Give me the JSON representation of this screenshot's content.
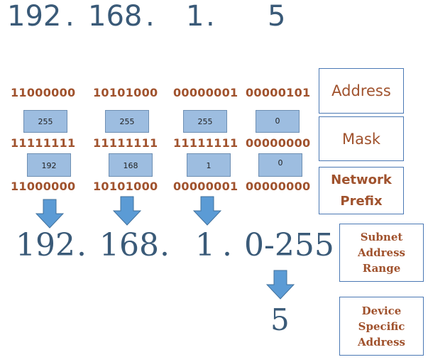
{
  "top_ip": {
    "o1": "192",
    "d1": ".",
    "o2": "168",
    "d2": ".",
    "o3": "1",
    "d3": ".",
    "o4": "5"
  },
  "address_bin": [
    "11000000",
    "10101000",
    "00000001",
    "00000101"
  ],
  "mask_dec": [
    "255",
    "255",
    "255",
    "0"
  ],
  "mask_bin": [
    "11111111",
    "11111111",
    "11111111",
    "00000000"
  ],
  "prefix_dec": [
    "192",
    "168",
    "1",
    "0"
  ],
  "prefix_bin": [
    "11000000",
    "10101000",
    "00000001",
    "00000000"
  ],
  "result_ip": {
    "o1": "192",
    "d1": ".",
    "o2": "168",
    "d2": ".",
    "o3": "1",
    "d3": ".",
    "o4": "0-255"
  },
  "device_value": "5",
  "labels": {
    "address": "Address",
    "mask": "Mask",
    "network_prefix_1": "Network",
    "network_prefix_2": "Prefix",
    "subnet_1": "Subnet",
    "subnet_2": "Address",
    "subnet_3": "Range",
    "device_1": "Device",
    "device_2": "Specific",
    "device_3": "Address"
  },
  "colors": {
    "binary_text": "#a0522d",
    "ip_text": "#3a5a78",
    "box_fill": "#9dbde0",
    "arrow_fill": "#5b9bd5",
    "box_border": "#4a78b4"
  }
}
